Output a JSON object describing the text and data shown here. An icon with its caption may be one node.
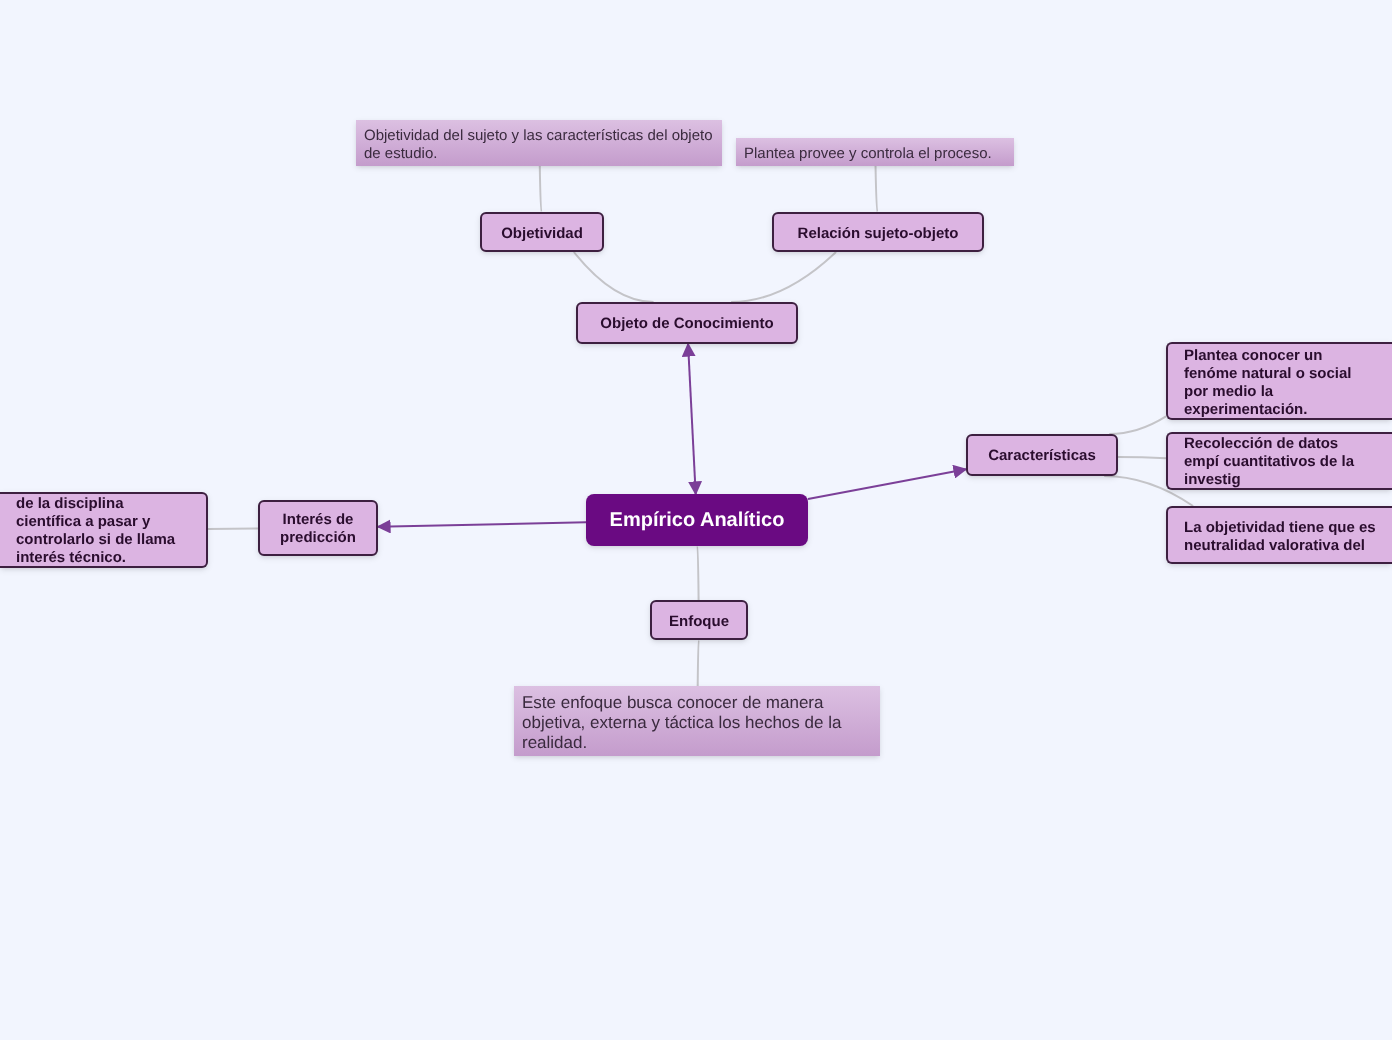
{
  "diagram": {
    "nodes": [
      {
        "text": [
          "Empírico Analítico"
        ]
      },
      {
        "text": [
          "Objeto de Conocimiento"
        ]
      },
      {
        "text": [
          "Objetividad"
        ]
      },
      {
        "text": [
          "Relación sujeto-objeto"
        ]
      },
      {
        "text": [
          "Objetividad del sujeto y las características del objeto de estudio."
        ]
      },
      {
        "text": [
          "Plantea provee y controla el proceso."
        ]
      },
      {
        "text": [
          "Características"
        ]
      },
      {
        "text": [
          "Plantea conocer un fenóme natural o social por medio la experimentación."
        ]
      },
      {
        "text": [
          "Recolección de datos empí cuantitativos de la investig"
        ]
      },
      {
        "text": [
          "La objetividad tiene que es neutralidad valorativa del"
        ]
      },
      {
        "text": [
          "Interés de predicción"
        ]
      },
      {
        "text": [
          "de la disciplina científica a pasar y controlarlo si de llama interés técnico."
        ]
      },
      {
        "text": [
          "Enfoque"
        ]
      },
      {
        "text": [
          "Este enfoque busca conocer de manera objetiva, externa y táctica los hechos de la realidad."
        ]
      }
    ],
    "edges": [
      {
        "from": 0,
        "to": 1,
        "arrow": "both",
        "color": "#7b3f98"
      },
      {
        "from": 0,
        "to": 6,
        "arrow": "to",
        "color": "#7b3f98"
      },
      {
        "from": 0,
        "to": 10,
        "arrow": "to",
        "color": "#7b3f98"
      },
      {
        "from": 0,
        "to": 12,
        "arrow": "none"
      },
      {
        "from": 1,
        "to": 2,
        "arrow": "none"
      },
      {
        "from": 1,
        "to": 3,
        "arrow": "none"
      },
      {
        "from": 2,
        "to": 4,
        "arrow": "none"
      },
      {
        "from": 3,
        "to": 5,
        "arrow": "none"
      },
      {
        "from": 6,
        "to": 7,
        "arrow": "none"
      },
      {
        "from": 6,
        "to": 8,
        "arrow": "none"
      },
      {
        "from": 6,
        "to": 9,
        "arrow": "none"
      },
      {
        "from": 10,
        "to": 11,
        "arrow": "none"
      },
      {
        "from": 12,
        "to": 13,
        "arrow": "none"
      }
    ]
  }
}
